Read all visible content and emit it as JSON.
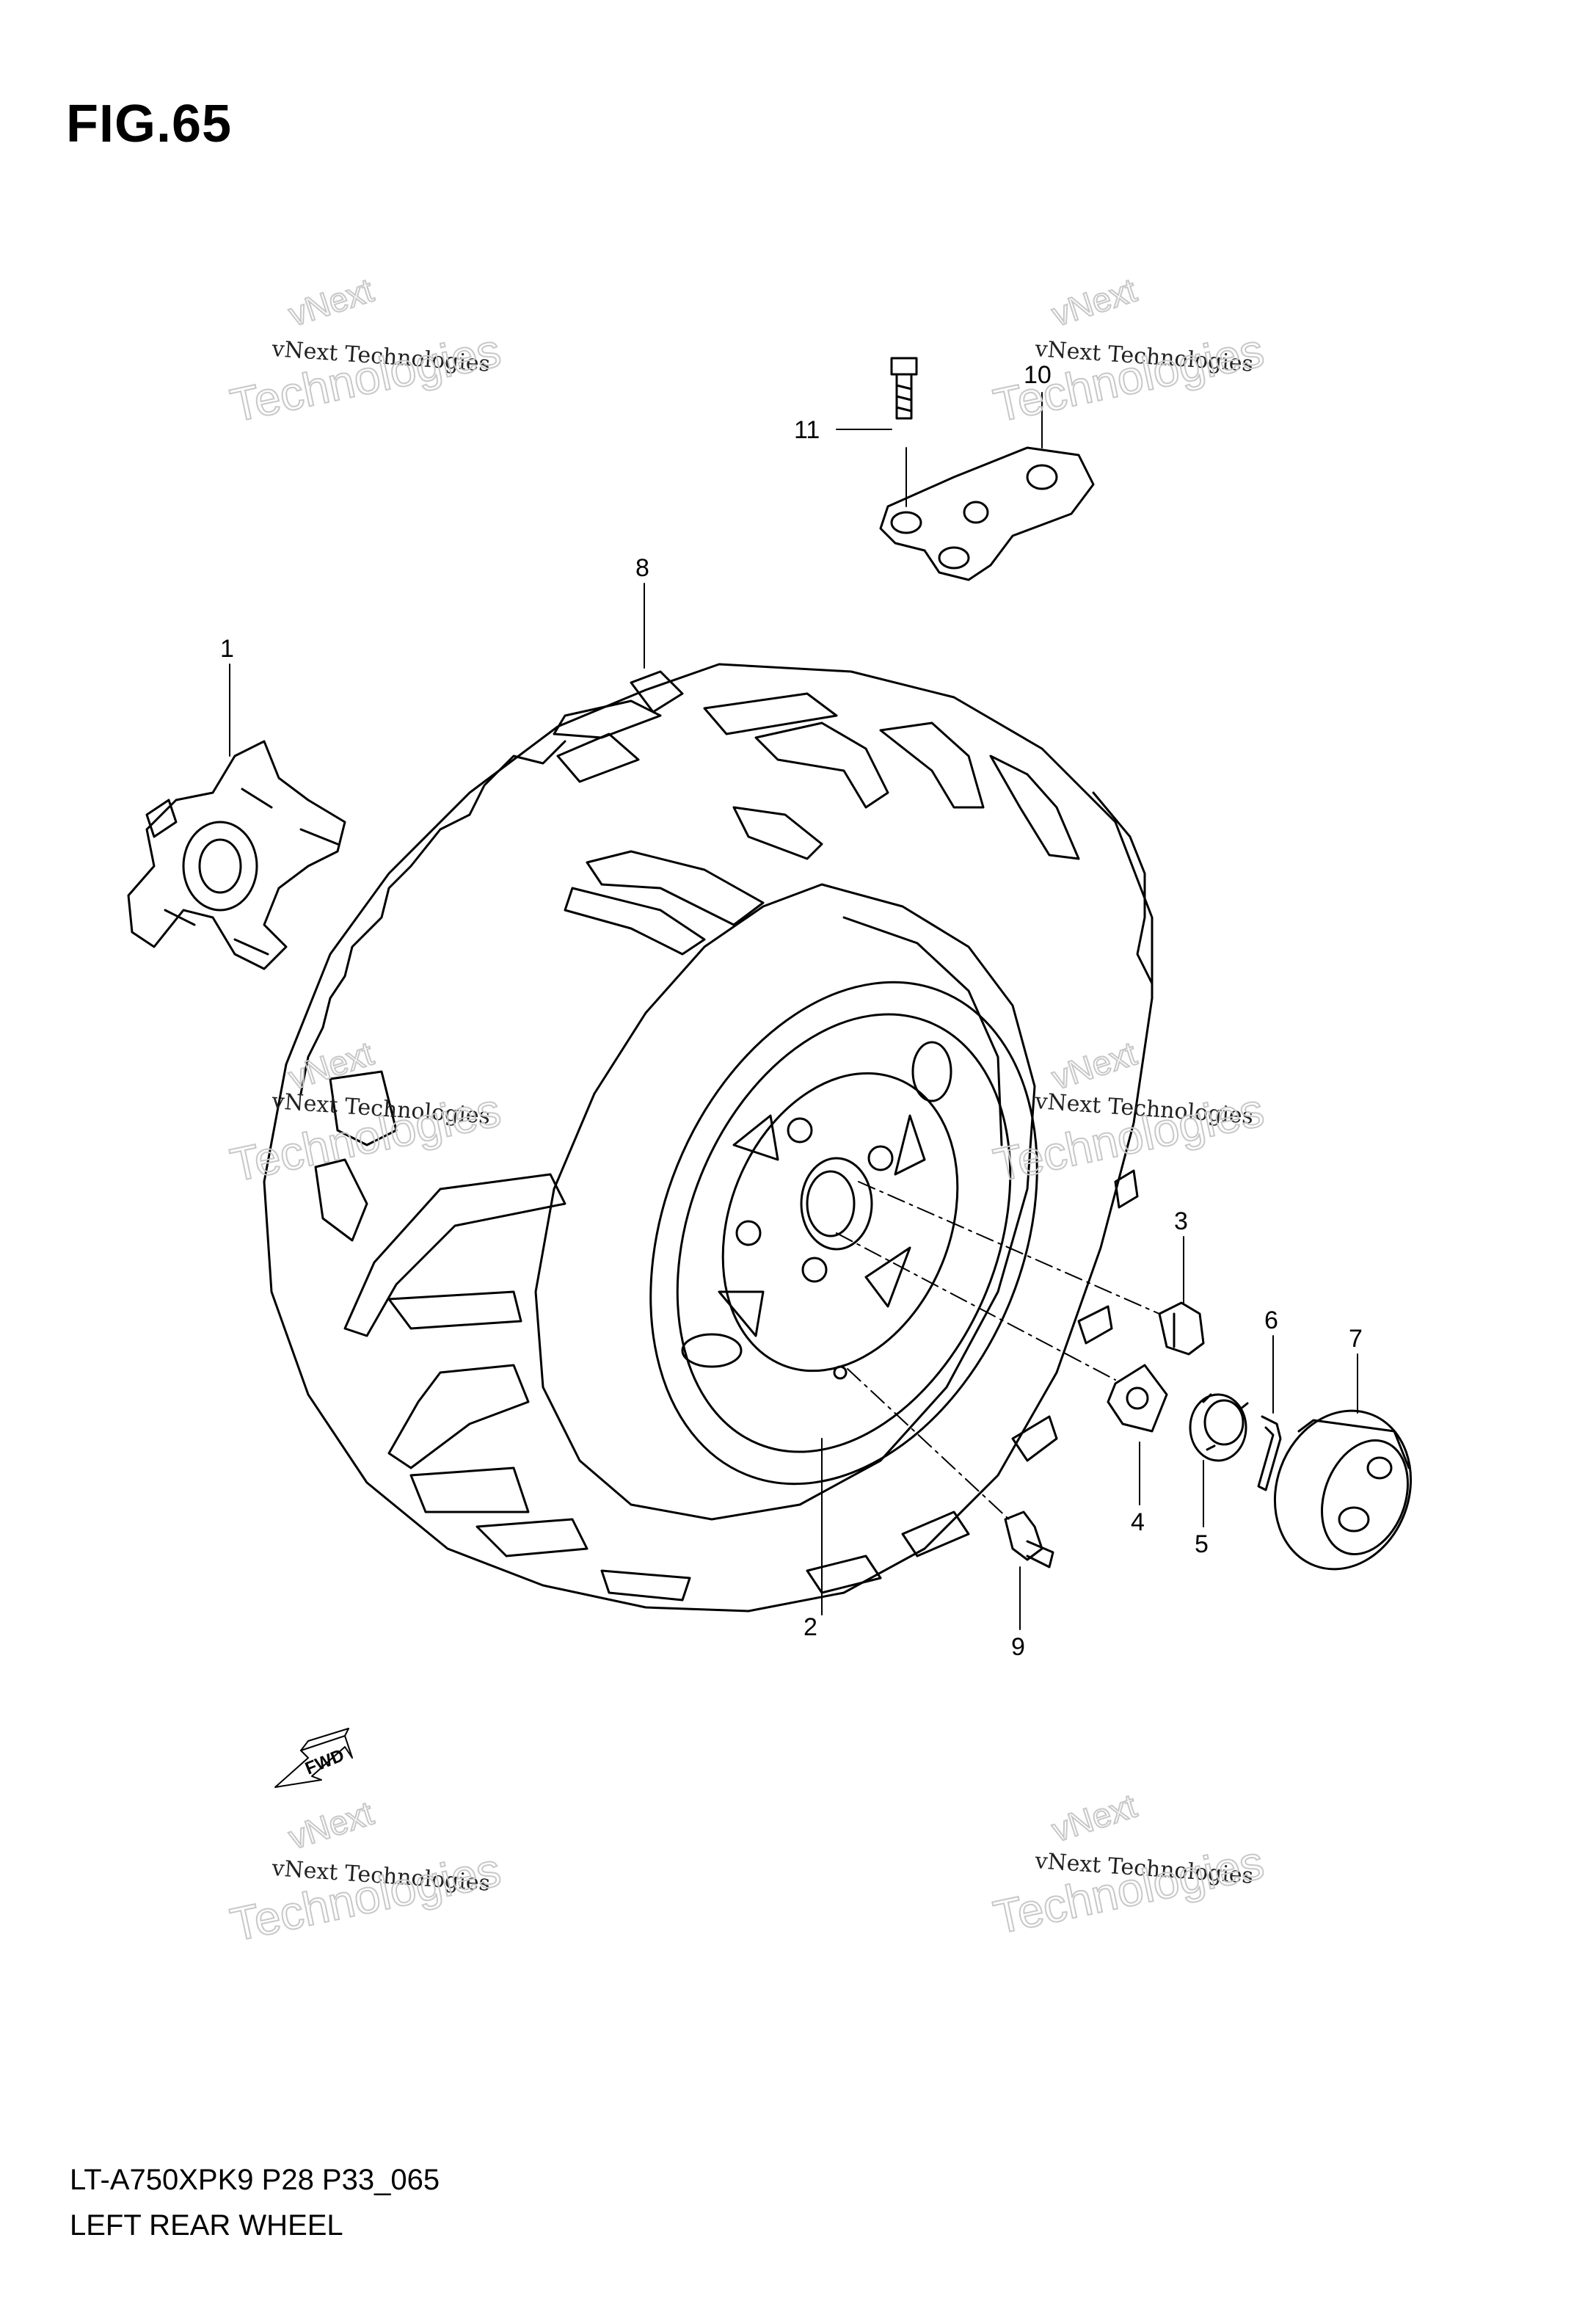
{
  "figure": {
    "title": "FIG.65"
  },
  "footer": {
    "code": "LT-A750XPK9 P28 P33_065",
    "name": "LEFT REAR WHEEL"
  },
  "fwd_label": "FWD",
  "watermark": {
    "company_line": "vNext Technologies",
    "word1": "vNext",
    "word2": "Technologies"
  },
  "callouts": [
    "1",
    "2",
    "3",
    "4",
    "5",
    "6",
    "7",
    "8",
    "9",
    "10",
    "11"
  ],
  "colors": {
    "line": "#000000",
    "background": "#ffffff",
    "watermark": "#c8c8c8"
  }
}
